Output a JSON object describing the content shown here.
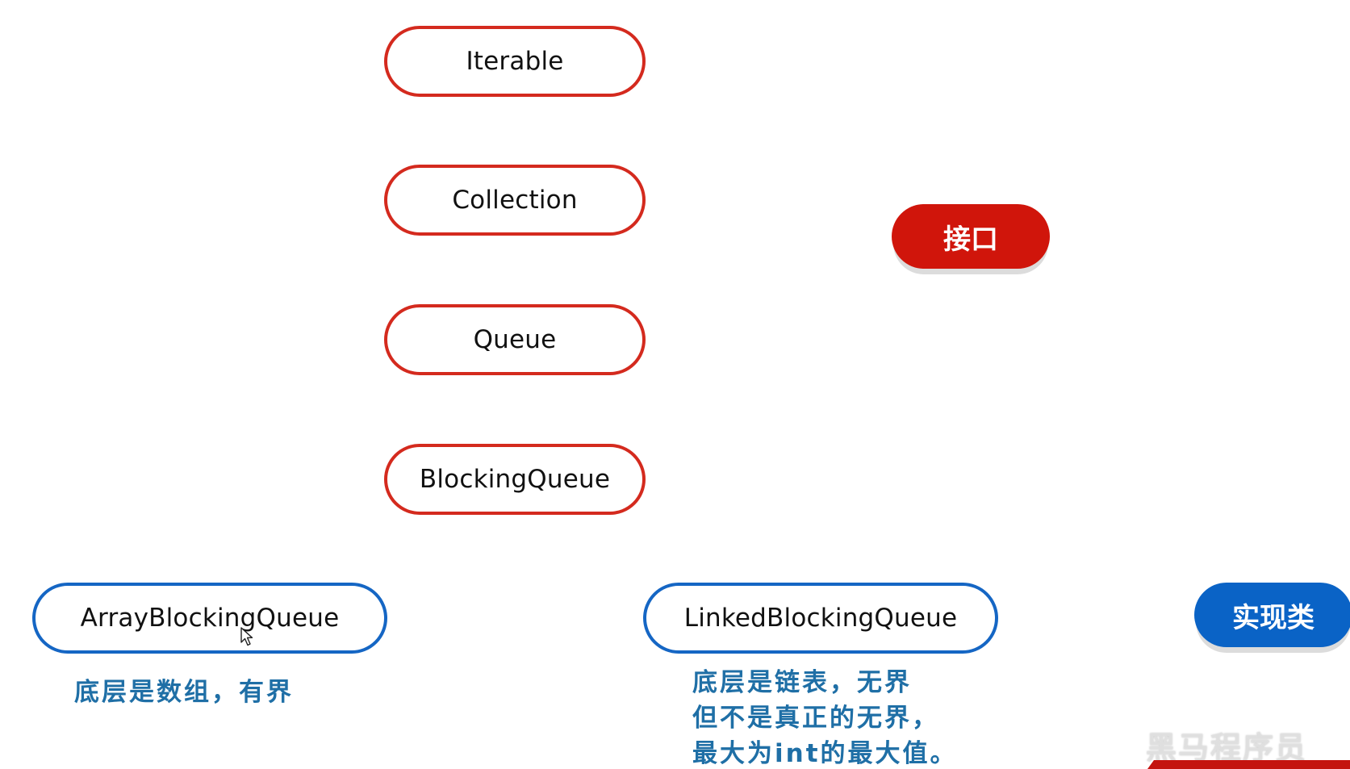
{
  "interfaces": {
    "iterable": "Iterable",
    "collection": "Collection",
    "queue": "Queue",
    "blocking_queue": "BlockingQueue"
  },
  "implementations": {
    "array_blocking_queue": "ArrayBlockingQueue",
    "linked_blocking_queue": "LinkedBlockingQueue"
  },
  "legend": {
    "interface_label": "接口",
    "implementation_label": "实现类"
  },
  "notes": {
    "array_note": "底层是数组，有界",
    "linked_note": [
      "底层是链表，无界",
      "但不是真正的无界，",
      "最大为int的最大值。"
    ]
  },
  "watermark": "黑马程序员",
  "colors": {
    "interface_red": "#d42a1e",
    "implementation_blue": "#1566c4",
    "note_text": "#1f6fa6"
  }
}
